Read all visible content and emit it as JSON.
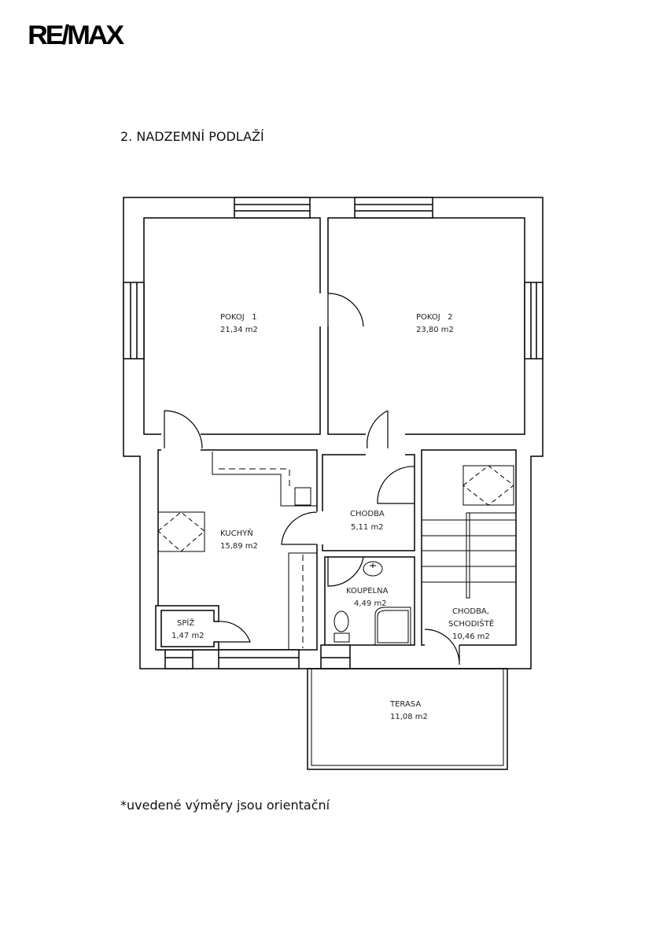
{
  "logo": "RE/MAX",
  "title": "2. NADZEMNÍ PODLAŽÍ",
  "note": "*uvedené výměry jsou orientační",
  "rooms": [
    {
      "name": "POKOJ   1",
      "area": "21,34 m2"
    },
    {
      "name": "POKOJ   2",
      "area": "23,80 m2"
    },
    {
      "name": "KUCHYŇ",
      "area": "15,89 m2"
    },
    {
      "name": "CHODBA",
      "area": "5,11 m2"
    },
    {
      "name": "KOUPELNA",
      "area": "4,49 m2"
    },
    {
      "name": "SPÍŽ",
      "area": "1,47 m2"
    },
    {
      "name": "CHODBA,",
      "name2": "SCHODIŠTĚ",
      "area": "10,46 m2"
    },
    {
      "name": "TERASA",
      "area": "11,08 m2"
    }
  ],
  "colors": {
    "line": "#000000",
    "background": "#ffffff"
  }
}
